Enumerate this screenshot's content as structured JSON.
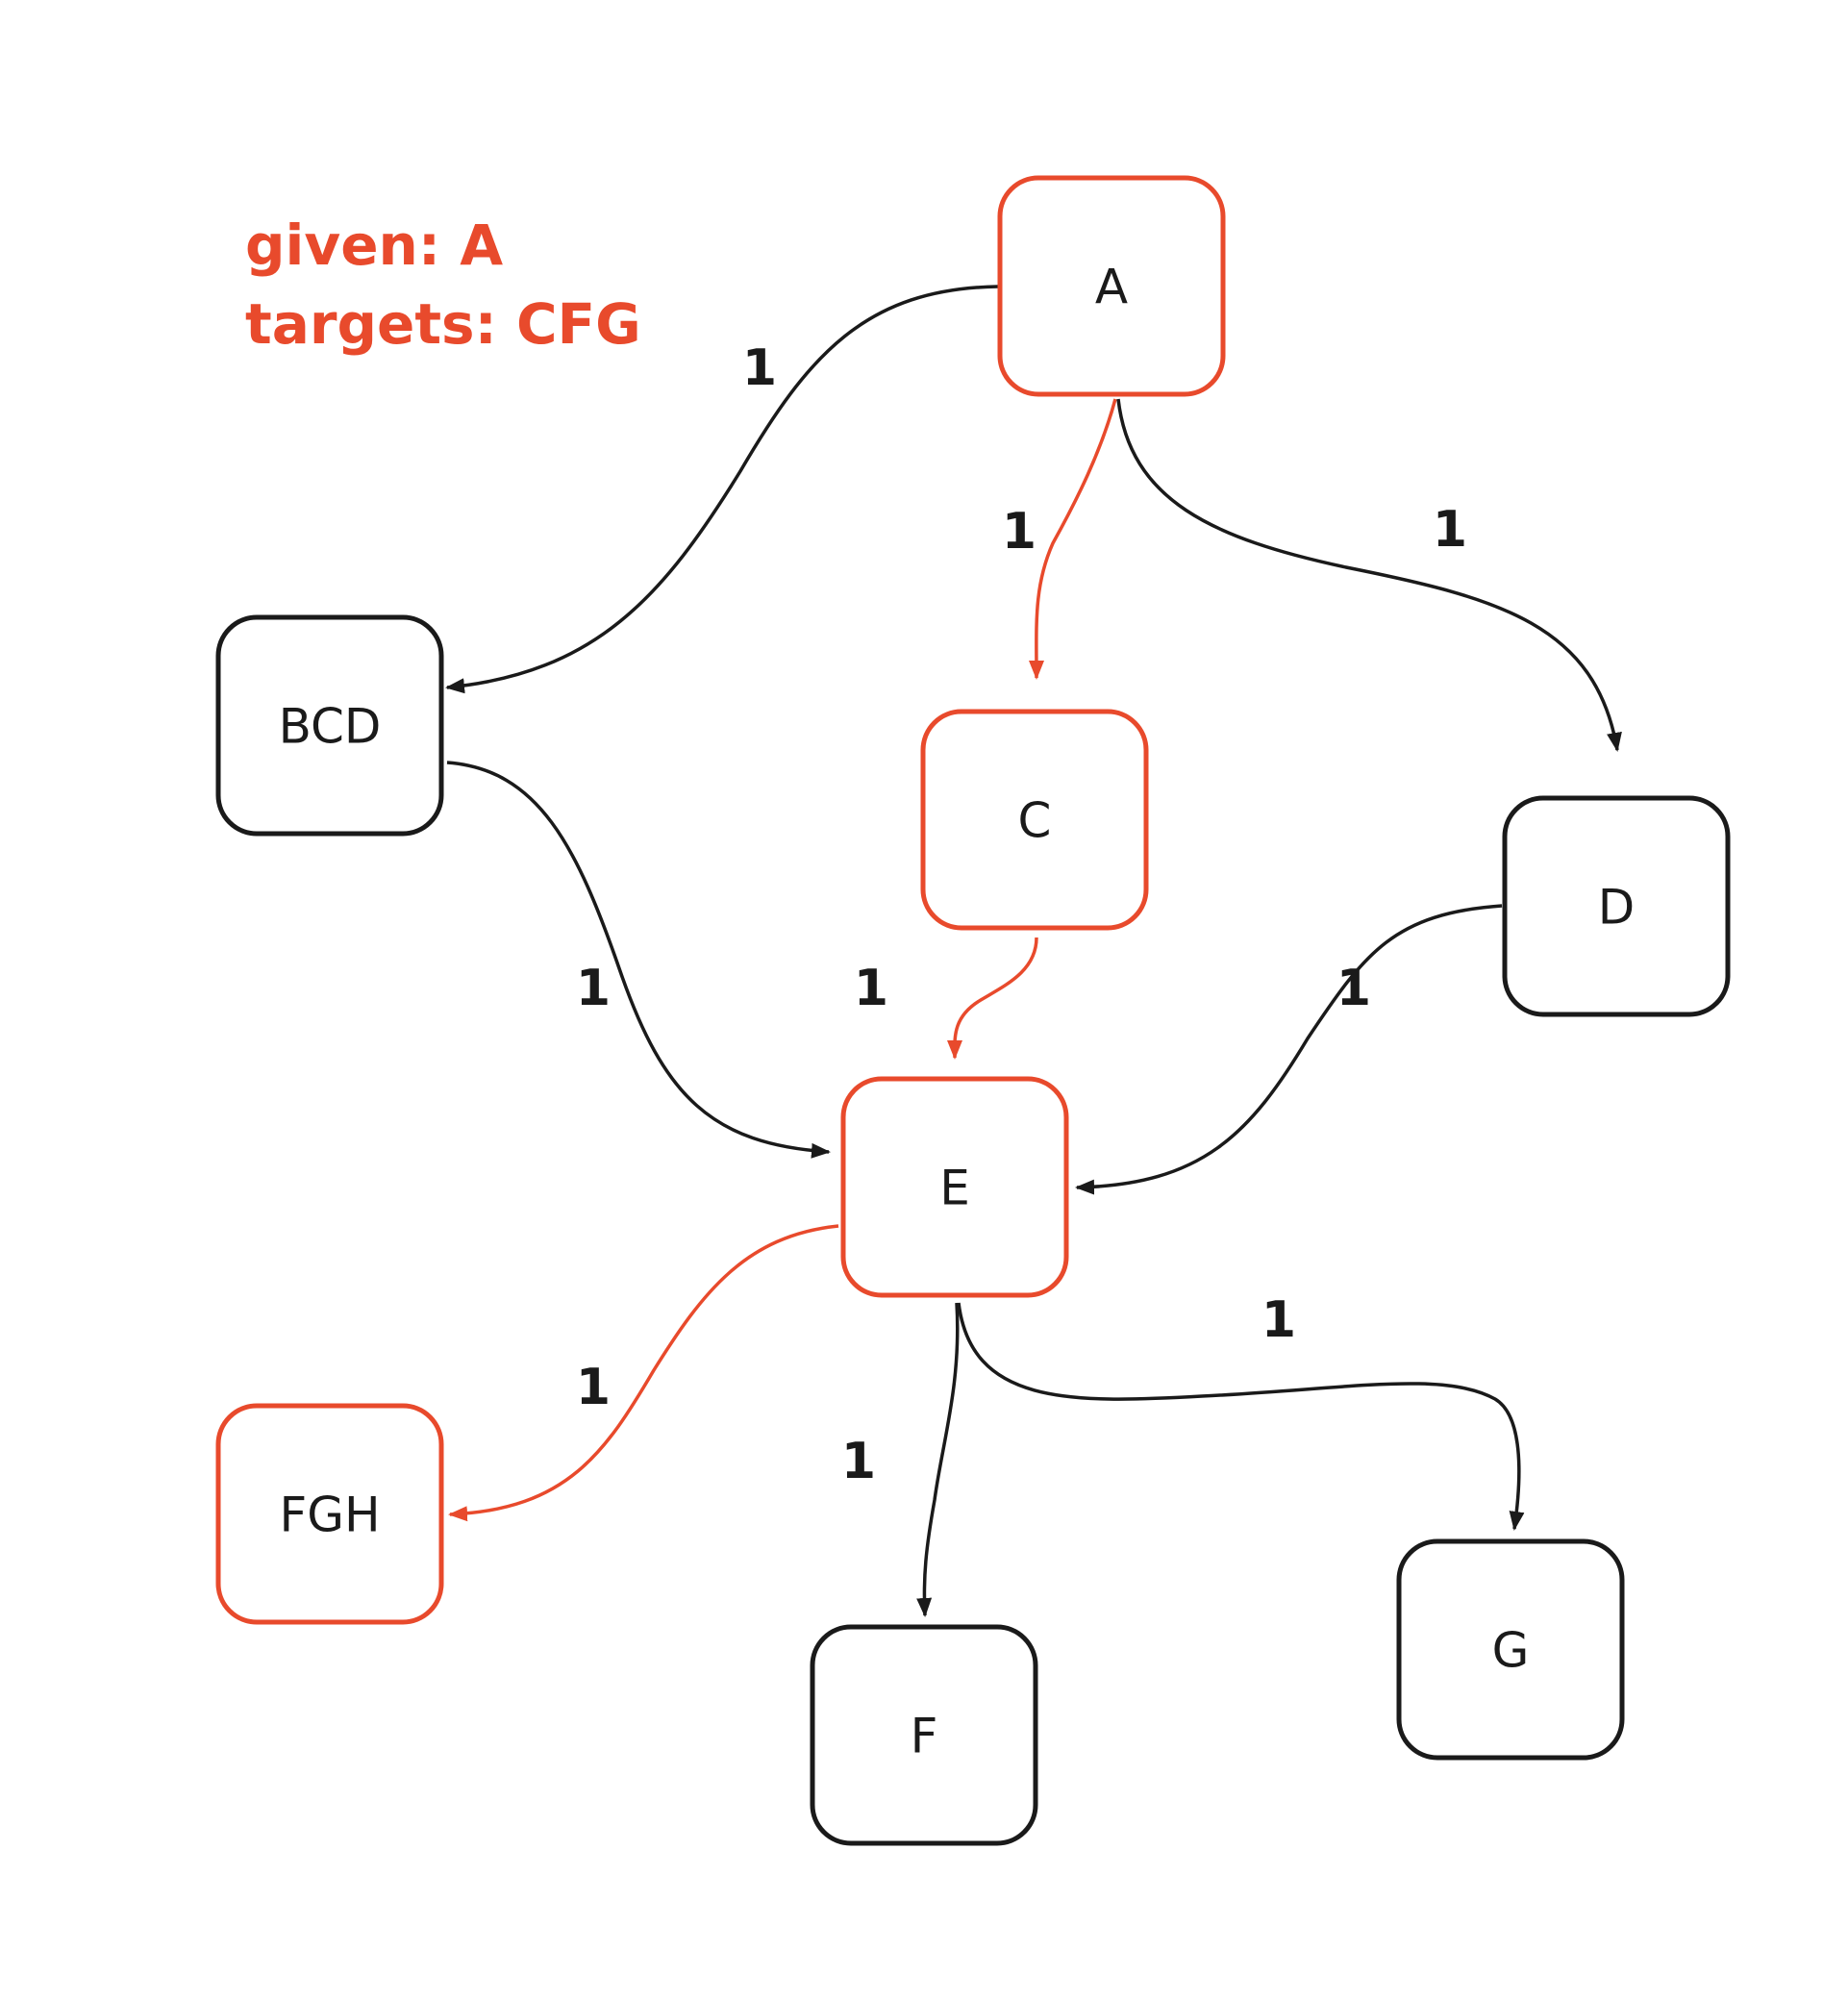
{
  "colors": {
    "highlight": "#e84a2c",
    "normal": "#1a1a1a"
  },
  "legend": {
    "given": "given: A",
    "targets": "targets: CFG"
  },
  "nodes": [
    {
      "id": "A",
      "label": "A",
      "highlighted": true
    },
    {
      "id": "BCD",
      "label": "BCD",
      "highlighted": false
    },
    {
      "id": "C",
      "label": "C",
      "highlighted": true
    },
    {
      "id": "D",
      "label": "D",
      "highlighted": false
    },
    {
      "id": "E",
      "label": "E",
      "highlighted": true
    },
    {
      "id": "FGH",
      "label": "FGH",
      "highlighted": true
    },
    {
      "id": "F",
      "label": "F",
      "highlighted": false
    },
    {
      "id": "G",
      "label": "G",
      "highlighted": false
    }
  ],
  "edges": [
    {
      "from": "A",
      "to": "BCD",
      "weight": "1",
      "highlighted": false
    },
    {
      "from": "A",
      "to": "C",
      "weight": "1",
      "highlighted": true
    },
    {
      "from": "A",
      "to": "D",
      "weight": "1",
      "highlighted": false
    },
    {
      "from": "BCD",
      "to": "E",
      "weight": "1",
      "highlighted": false
    },
    {
      "from": "C",
      "to": "E",
      "weight": "1",
      "highlighted": true
    },
    {
      "from": "D",
      "to": "E",
      "weight": "1",
      "highlighted": false
    },
    {
      "from": "E",
      "to": "FGH",
      "weight": "1",
      "highlighted": true
    },
    {
      "from": "E",
      "to": "F",
      "weight": "1",
      "highlighted": false
    },
    {
      "from": "E",
      "to": "G",
      "weight": "1",
      "highlighted": false
    }
  ]
}
